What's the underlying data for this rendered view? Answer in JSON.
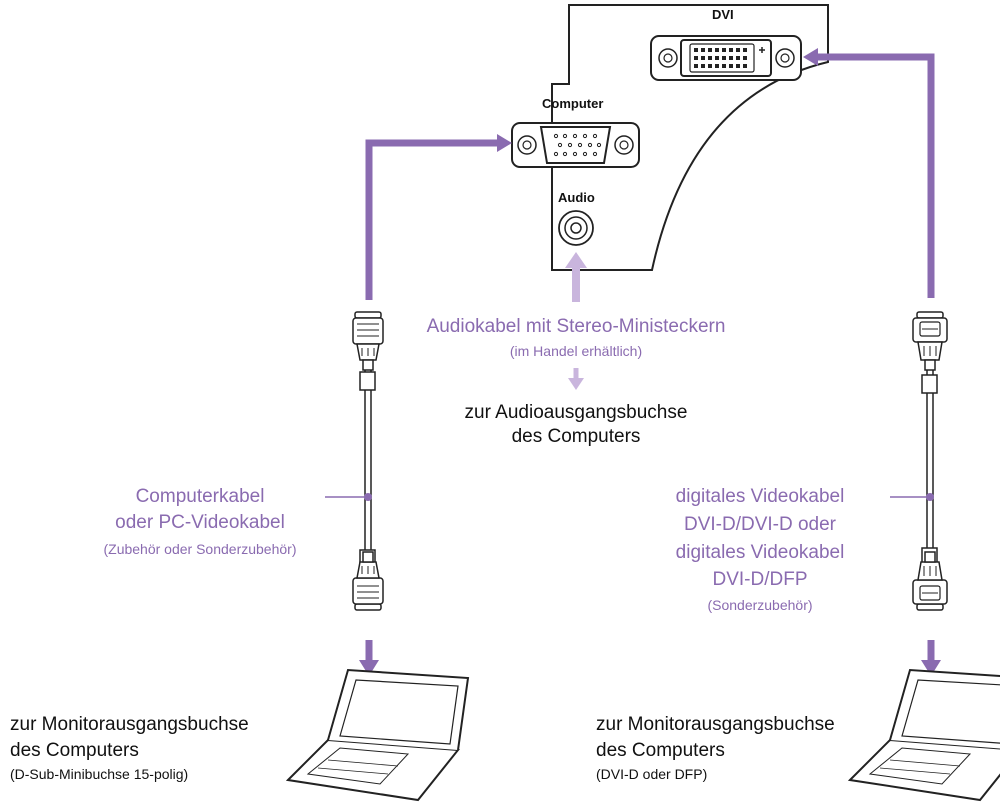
{
  "panel": {
    "dvi_label": "DVI",
    "computer_label": "Computer",
    "audio_label": "Audio"
  },
  "audio_cable": {
    "title": "Audiokabel mit Stereo-Ministeckern",
    "note": "(im Handel erhältlich)",
    "destination_line1": "zur Audioausgangsbuchse",
    "destination_line2": "des Computers"
  },
  "computer_cable": {
    "line1": "Computerkabel",
    "line2": "oder PC-Videokabel",
    "note": "(Zubehör oder Sonderzubehör)"
  },
  "digital_cable": {
    "line1": "digitales Videokabel",
    "line2": "DVI-D/DVI-D oder",
    "line3": "digitales Videokabel",
    "line4": "DVI-D/DFP",
    "note": "(Sonderzubehör)"
  },
  "left_destination": {
    "line1": "zur Monitorausgangsbuchse",
    "line2": "des Computers",
    "note": "(D-Sub-Minibuchse 15-polig)"
  },
  "right_destination": {
    "line1": "zur Monitorausgangsbuchse",
    "line2": "des Computers",
    "note": "(DVI-D oder DFP)"
  },
  "colors": {
    "cable_purple": "#8a6bb0",
    "audio_light": "#c9b5dd",
    "text_purple": "#8a6bb0",
    "outline": "#222222"
  },
  "icons": [
    "dvi-port-icon",
    "vga-port-icon",
    "audio-jack-icon",
    "vga-plug-icon",
    "dvi-plug-icon",
    "laptop-icon"
  ]
}
